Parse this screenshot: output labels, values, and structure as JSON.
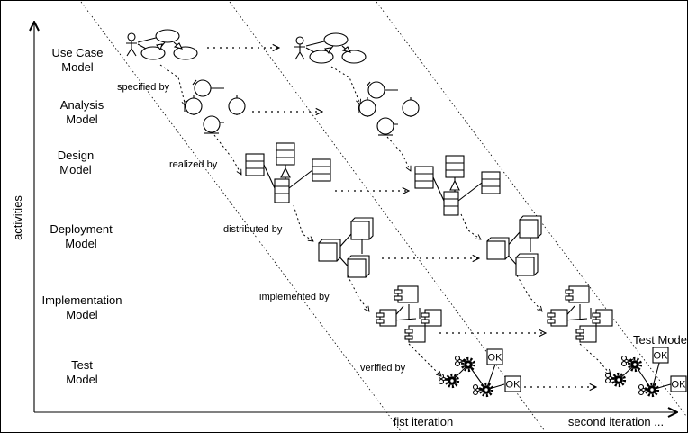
{
  "axis": {
    "y_label": "activities"
  },
  "rows": [
    {
      "line1": "Use Case",
      "line2": "Model"
    },
    {
      "line1": "Analysis",
      "line2": "Model"
    },
    {
      "line1": "Design",
      "line2": "Model"
    },
    {
      "line1": "Deployment",
      "line2": "Model"
    },
    {
      "line1": "Implementation",
      "line2": "Model"
    },
    {
      "line1": "Test",
      "line2": "Model"
    }
  ],
  "relations": {
    "specified": "specified by",
    "realized": "realized by",
    "distributed": "distributed by",
    "implemented": "implemented by",
    "verified": "verified by"
  },
  "iterations": {
    "first": "fist iteration",
    "second": "second iteration ..."
  },
  "callout": "Test Model",
  "ok_label": "OK"
}
